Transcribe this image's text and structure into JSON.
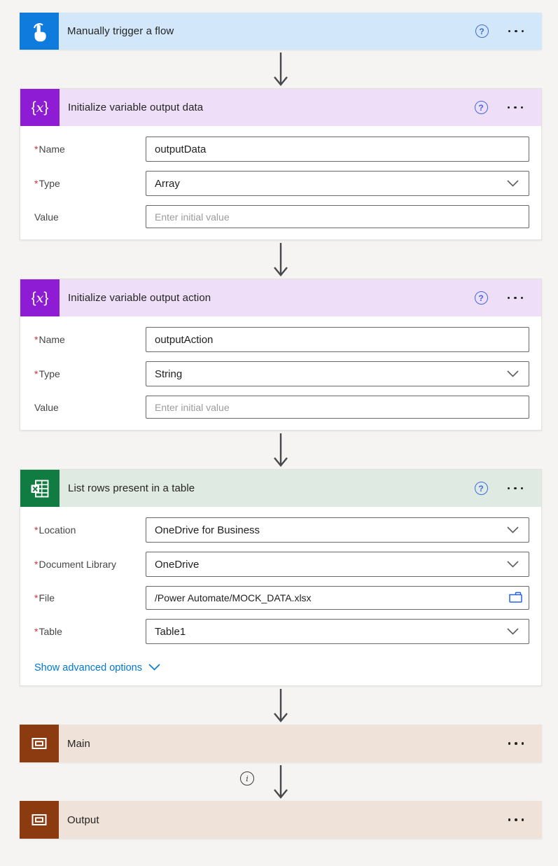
{
  "colors": {
    "page-bg": "#f5f4f3",
    "card-bg": "#ffffff",
    "card-border": "#e3e1df",
    "trigger-accent": "#0f7bdc",
    "trigger-header-bg": "#d2e7f9",
    "variable-accent": "#8d1cd4",
    "variable-header-bg": "#efdef8",
    "excel-accent": "#107c41",
    "excel-header-bg": "#dfeae3",
    "scope-accent": "#8c3a10",
    "scope-header-bg": "#efe2d9",
    "title-text": "#252423",
    "label-text": "#484644",
    "input-text": "#201f1e",
    "placeholder-text": "#9e9c9a",
    "input-border": "#6b6967",
    "required-red": "#d13438",
    "help-blue": "#3c6ae0",
    "link-blue": "#0078d4",
    "arrow-gray": "#47484a",
    "menu-dots": "#242322",
    "chevron-gray": "#5f5d5b",
    "info-gray": "#3b3a39",
    "folder-blue": "#2563eb"
  },
  "required_marker": "*",
  "icons": {
    "trigger": "touch-icon",
    "variable": "fx-variable-icon",
    "excel": "excel-table-icon",
    "scope": "scope-icon",
    "help": "help-icon",
    "menu": "ellipsis-icon",
    "dropdown": "chevron-down-icon",
    "file_browse": "folder-icon",
    "info": "info-icon"
  },
  "variable_icon_glyph_open": "{",
  "variable_icon_glyph_x": "x",
  "variable_icon_glyph_close": "}",
  "blocks": {
    "trigger": {
      "title": "Manually trigger a flow"
    },
    "init_data": {
      "title": "Initialize variable output data",
      "fields": {
        "name": {
          "label": "Name",
          "value": "outputData"
        },
        "type": {
          "label": "Type",
          "value": "Array"
        },
        "value": {
          "label": "Value",
          "value": "",
          "placeholder": "Enter initial value"
        }
      }
    },
    "init_action": {
      "title": "Initialize variable output action",
      "fields": {
        "name": {
          "label": "Name",
          "value": "outputAction"
        },
        "type": {
          "label": "Type",
          "value": "String"
        },
        "value": {
          "label": "Value",
          "value": "",
          "placeholder": "Enter initial value"
        }
      }
    },
    "list_rows": {
      "title": "List rows present in a table",
      "fields": {
        "location": {
          "label": "Location",
          "value": "OneDrive for Business"
        },
        "library": {
          "label": "Document Library",
          "value": "OneDrive"
        },
        "file": {
          "label": "File",
          "value": "/Power Automate/MOCK_DATA.xlsx"
        },
        "table": {
          "label": "Table",
          "value": "Table1"
        }
      },
      "advanced_options_label": "Show advanced options"
    },
    "main_scope": {
      "title": "Main"
    },
    "output_scope": {
      "title": "Output"
    }
  }
}
